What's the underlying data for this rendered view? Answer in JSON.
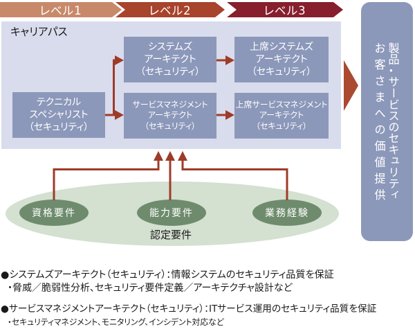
{
  "levels": [
    {
      "label": "レベル1"
    },
    {
      "label": "レベル2"
    },
    {
      "label": "レベル3"
    }
  ],
  "career": {
    "title": "キャリアパス",
    "boxes": {
      "technical": "テクニカル\nスペシャリスト\n（セキュリティ）",
      "systems": "システムズ\nアーキテクト\n（セキュリティ）",
      "service": "サービスマネジメント\nアーキテクト\n（セキュリティ）",
      "senior_systems": "上席システムズ\nアーキテクト\n（セキュリティ）",
      "senior_service": "上席サービスマネジメント\nアーキテクト\n（セキュリティ）"
    }
  },
  "value_banner": "製品・サービスのセキュリティ\nお客さまへの価値提供",
  "requirements": {
    "items": [
      "資格要件",
      "能力要件",
      "業務経験"
    ],
    "caption": "認定要件"
  },
  "notes": [
    {
      "main": "●システムズアーキテクト（セキュリティ）：情報システムのセキュリティ品質を保証",
      "sub": "・脅威／脆弱性分析、セキュリティ要件定義／アーキテクチャ設計など"
    },
    {
      "main": "●サービスマネジメントアーキテクト（セキュリティ）：ITサービス運用のセキュリティ品質を保証",
      "sub": "・セキュリティマネジメント、モニタリング、インシデント対応など"
    }
  ],
  "colors": {
    "lvl1": "#c8896a",
    "lvl2": "#a8432c",
    "lvl3": "#871f2d",
    "panel": "#d9dcec",
    "node": "#8c98ba",
    "ellipse": "#d4e0d0",
    "reqnode": "#6e8c6d",
    "arrow": "#9e3b28",
    "triangle": "#a94a31"
  }
}
